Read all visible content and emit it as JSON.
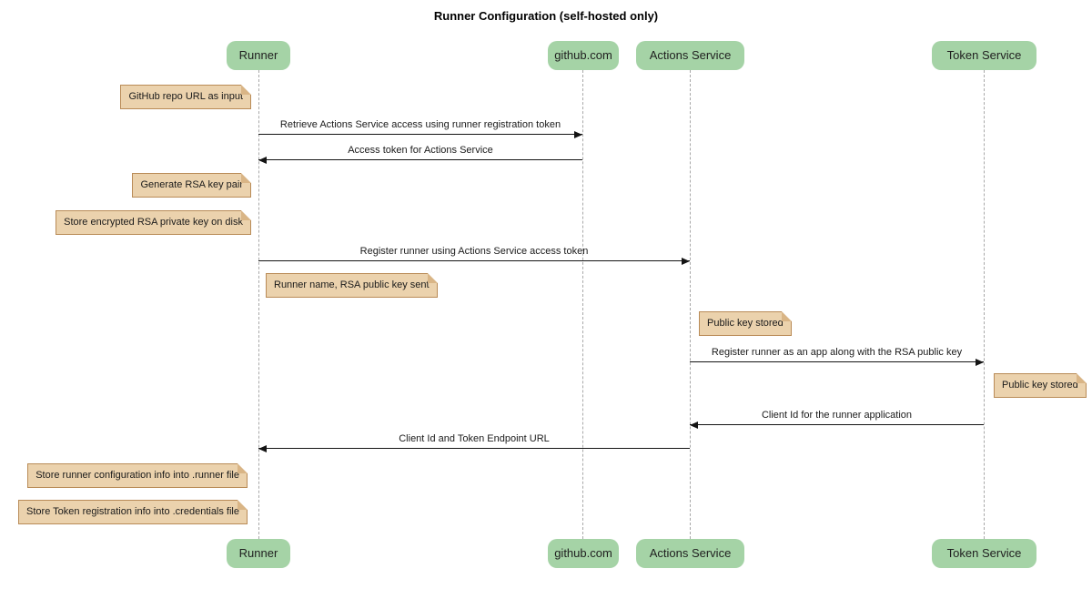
{
  "diagram": {
    "title": "Runner Configuration (self-hosted only)",
    "participants": [
      {
        "label": "Runner"
      },
      {
        "label": "github.com"
      },
      {
        "label": "Actions Service"
      },
      {
        "label": "Token Service"
      }
    ],
    "notes": [
      {
        "text": "GitHub repo URL as input"
      },
      {
        "text": "Generate RSA key pair"
      },
      {
        "text": "Store encrypted RSA private key on disk"
      },
      {
        "text": "Runner name, RSA public key sent"
      },
      {
        "text": "Public key stored"
      },
      {
        "text": "Public key stored"
      },
      {
        "text": "Store runner configuration info into .runner file"
      },
      {
        "text": "Store Token registration info into .credentials file"
      }
    ],
    "messages": [
      {
        "text": "Retrieve Actions Service access using runner registration token",
        "from": "Runner",
        "to": "github.com",
        "direction": "right"
      },
      {
        "text": "Access token for Actions Service",
        "from": "github.com",
        "to": "Runner",
        "direction": "left"
      },
      {
        "text": "Register runner using Actions Service access token",
        "from": "Runner",
        "to": "Actions Service",
        "direction": "right"
      },
      {
        "text": "Register runner as an app along with the RSA public key",
        "from": "Actions Service",
        "to": "Token Service",
        "direction": "right"
      },
      {
        "text": "Client Id for the runner application",
        "from": "Token Service",
        "to": "Actions Service",
        "direction": "left"
      },
      {
        "text": "Client Id and Token Endpoint URL",
        "from": "Actions Service",
        "to": "Runner",
        "direction": "left"
      }
    ],
    "colors": {
      "participant_fill": "#a5d3a6",
      "participant_text": "#1f1f1f",
      "note_fill": "#ebd2ad",
      "note_border": "#b98b57",
      "note_fold": "#d9b586",
      "line": "#141414",
      "lifeline": "#a8a8a8",
      "background": "#ffffff",
      "title_color": "#000000"
    }
  }
}
